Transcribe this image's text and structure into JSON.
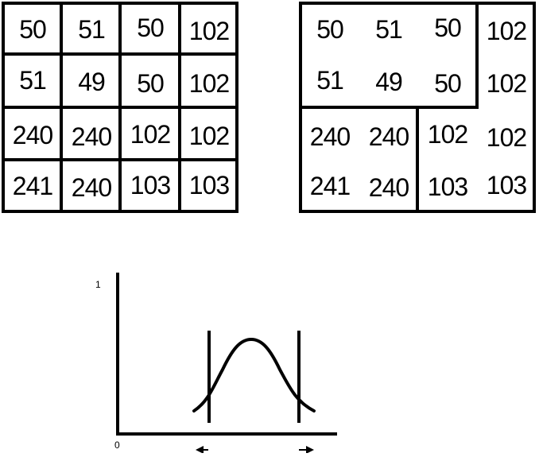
{
  "left_grid": {
    "rows": [
      [
        "50",
        "51",
        "50",
        "102"
      ],
      [
        "51",
        "49",
        "50",
        "102"
      ],
      [
        "240",
        "240",
        "102",
        "102"
      ],
      [
        "241",
        "240",
        "103",
        "103"
      ]
    ]
  },
  "right_grid": {
    "rows": [
      [
        "50",
        "51",
        "50",
        "102"
      ],
      [
        "51",
        "49",
        "50",
        "102"
      ],
      [
        "240",
        "240",
        "102",
        "102"
      ],
      [
        "241",
        "240",
        "103",
        "103"
      ]
    ]
  },
  "plot": {
    "y_top_label": "1",
    "y_bottom_label": "0"
  }
}
